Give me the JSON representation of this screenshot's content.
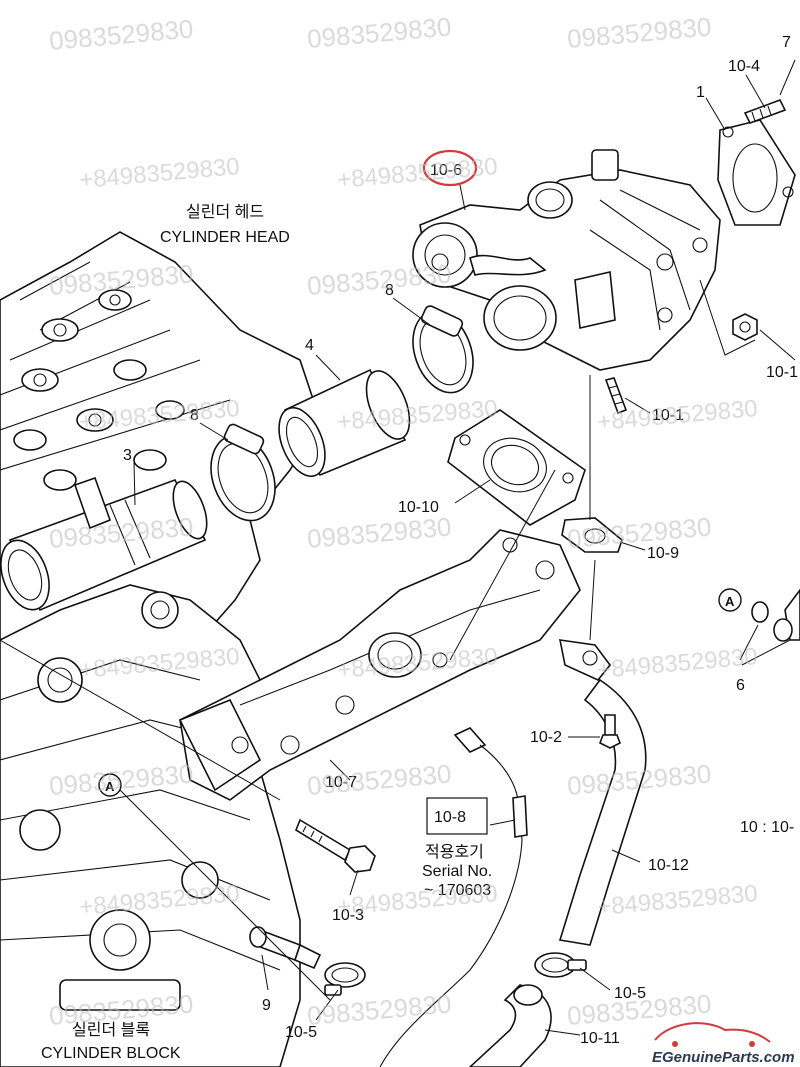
{
  "labels": {
    "p1": "1",
    "p3": "3",
    "p4": "4",
    "p6": "6",
    "p7": "7",
    "p8a": "8",
    "p8b": "8",
    "p9": "9",
    "p10_1": "10-1",
    "p10_1b": "10-1",
    "p10_2": "10-2",
    "p10_3": "10-3",
    "p10_4": "10-4",
    "p10_5a": "10-5",
    "p10_5b": "10-5",
    "p10_6": "10-6",
    "p10_7": "10-7",
    "p10_8": "10-8",
    "p10_9": "10-9",
    "p10_10": "10-10",
    "p10_11": "10-11",
    "p10_12": "10-12",
    "p10_note": "10 : 10-",
    "ref_a1": "A",
    "ref_a2": "A"
  },
  "captions": {
    "head_kr": "실린더 헤드",
    "head_en": "CYLINDER HEAD",
    "block_kr": "실린더 블록",
    "block_en": "CYLINDER BLOCK",
    "applied_kr": "적용호기",
    "serial": "Serial No.",
    "serial_range": "~ 170603"
  },
  "watermarks": {
    "phone": "0983529830",
    "intl": "+84983529830"
  },
  "logo": "EGenuineParts.com",
  "colors": {
    "highlight_circle": "#d23c3c"
  }
}
